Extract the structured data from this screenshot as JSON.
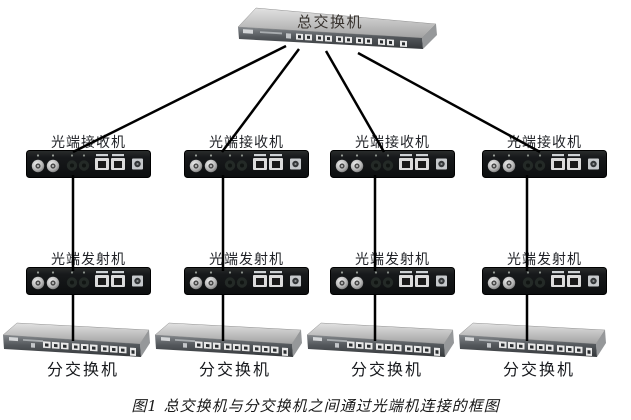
{
  "figure": {
    "top_switch_label": "总交换机",
    "caption": "图1  总交换机与分交换机之间通过光端机连接的框图"
  },
  "columns": [
    {
      "receiver": "光端接收机",
      "transmitter": "光端发射机",
      "sub_switch": "分交换机"
    },
    {
      "receiver": "光端接收机",
      "transmitter": "光端发射机",
      "sub_switch": "分交换机"
    },
    {
      "receiver": "光端接收机",
      "transmitter": "光端发射机",
      "sub_switch": "分交换机"
    },
    {
      "receiver": "光端接收机",
      "transmitter": "光端发射机",
      "sub_switch": "分交换机"
    }
  ],
  "colors": {
    "background": "#ffffff",
    "connection_line": "#000000",
    "label_text": "#1f2126",
    "caption_text": "#181818",
    "device_body": "#16181a",
    "rack_top": "#c9c9c9",
    "rack_front": "#4b4f53"
  }
}
